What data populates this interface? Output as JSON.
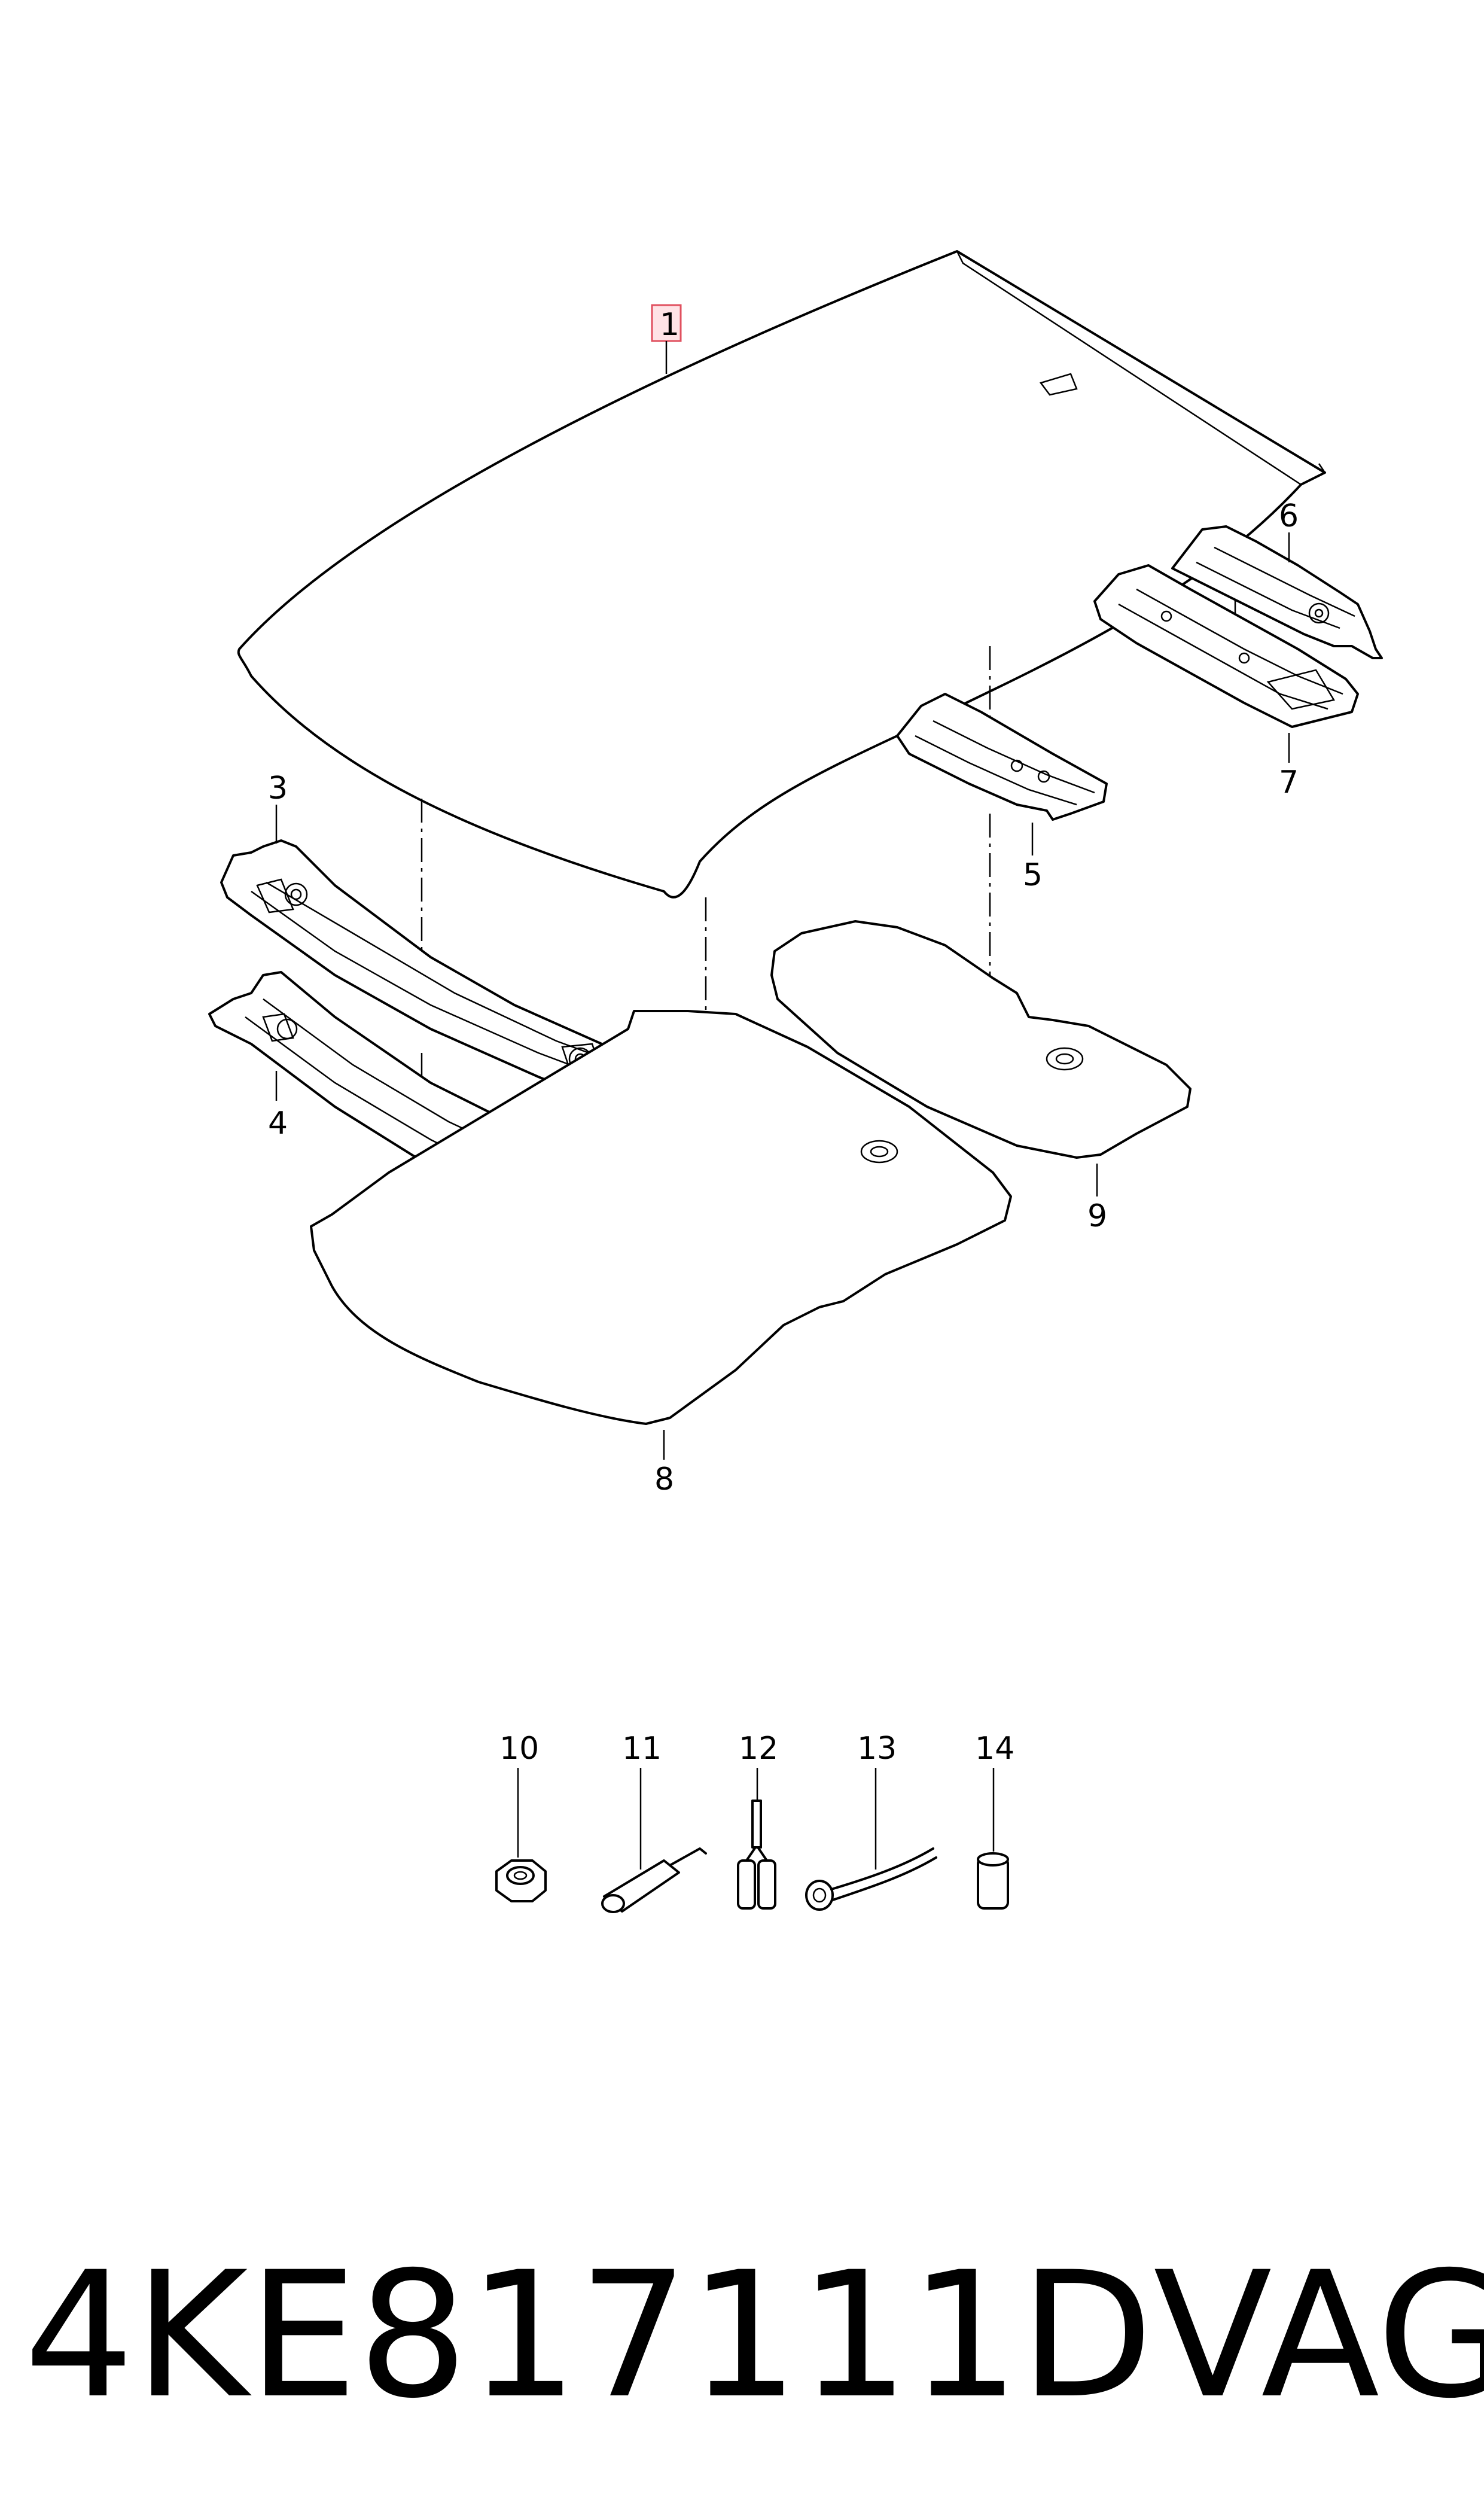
{
  "callouts": {
    "c1": "1",
    "c3": "3",
    "c4": "4",
    "c5": "5",
    "c6": "6",
    "c7": "7",
    "c8": "8",
    "c9": "9",
    "c10": "10",
    "c11": "11",
    "c12": "12",
    "c13": "13",
    "c14": "14"
  },
  "highlight_color": "#e0505f",
  "caption": {
    "part_number": "4KE817111D",
    "brand": "VAG"
  }
}
